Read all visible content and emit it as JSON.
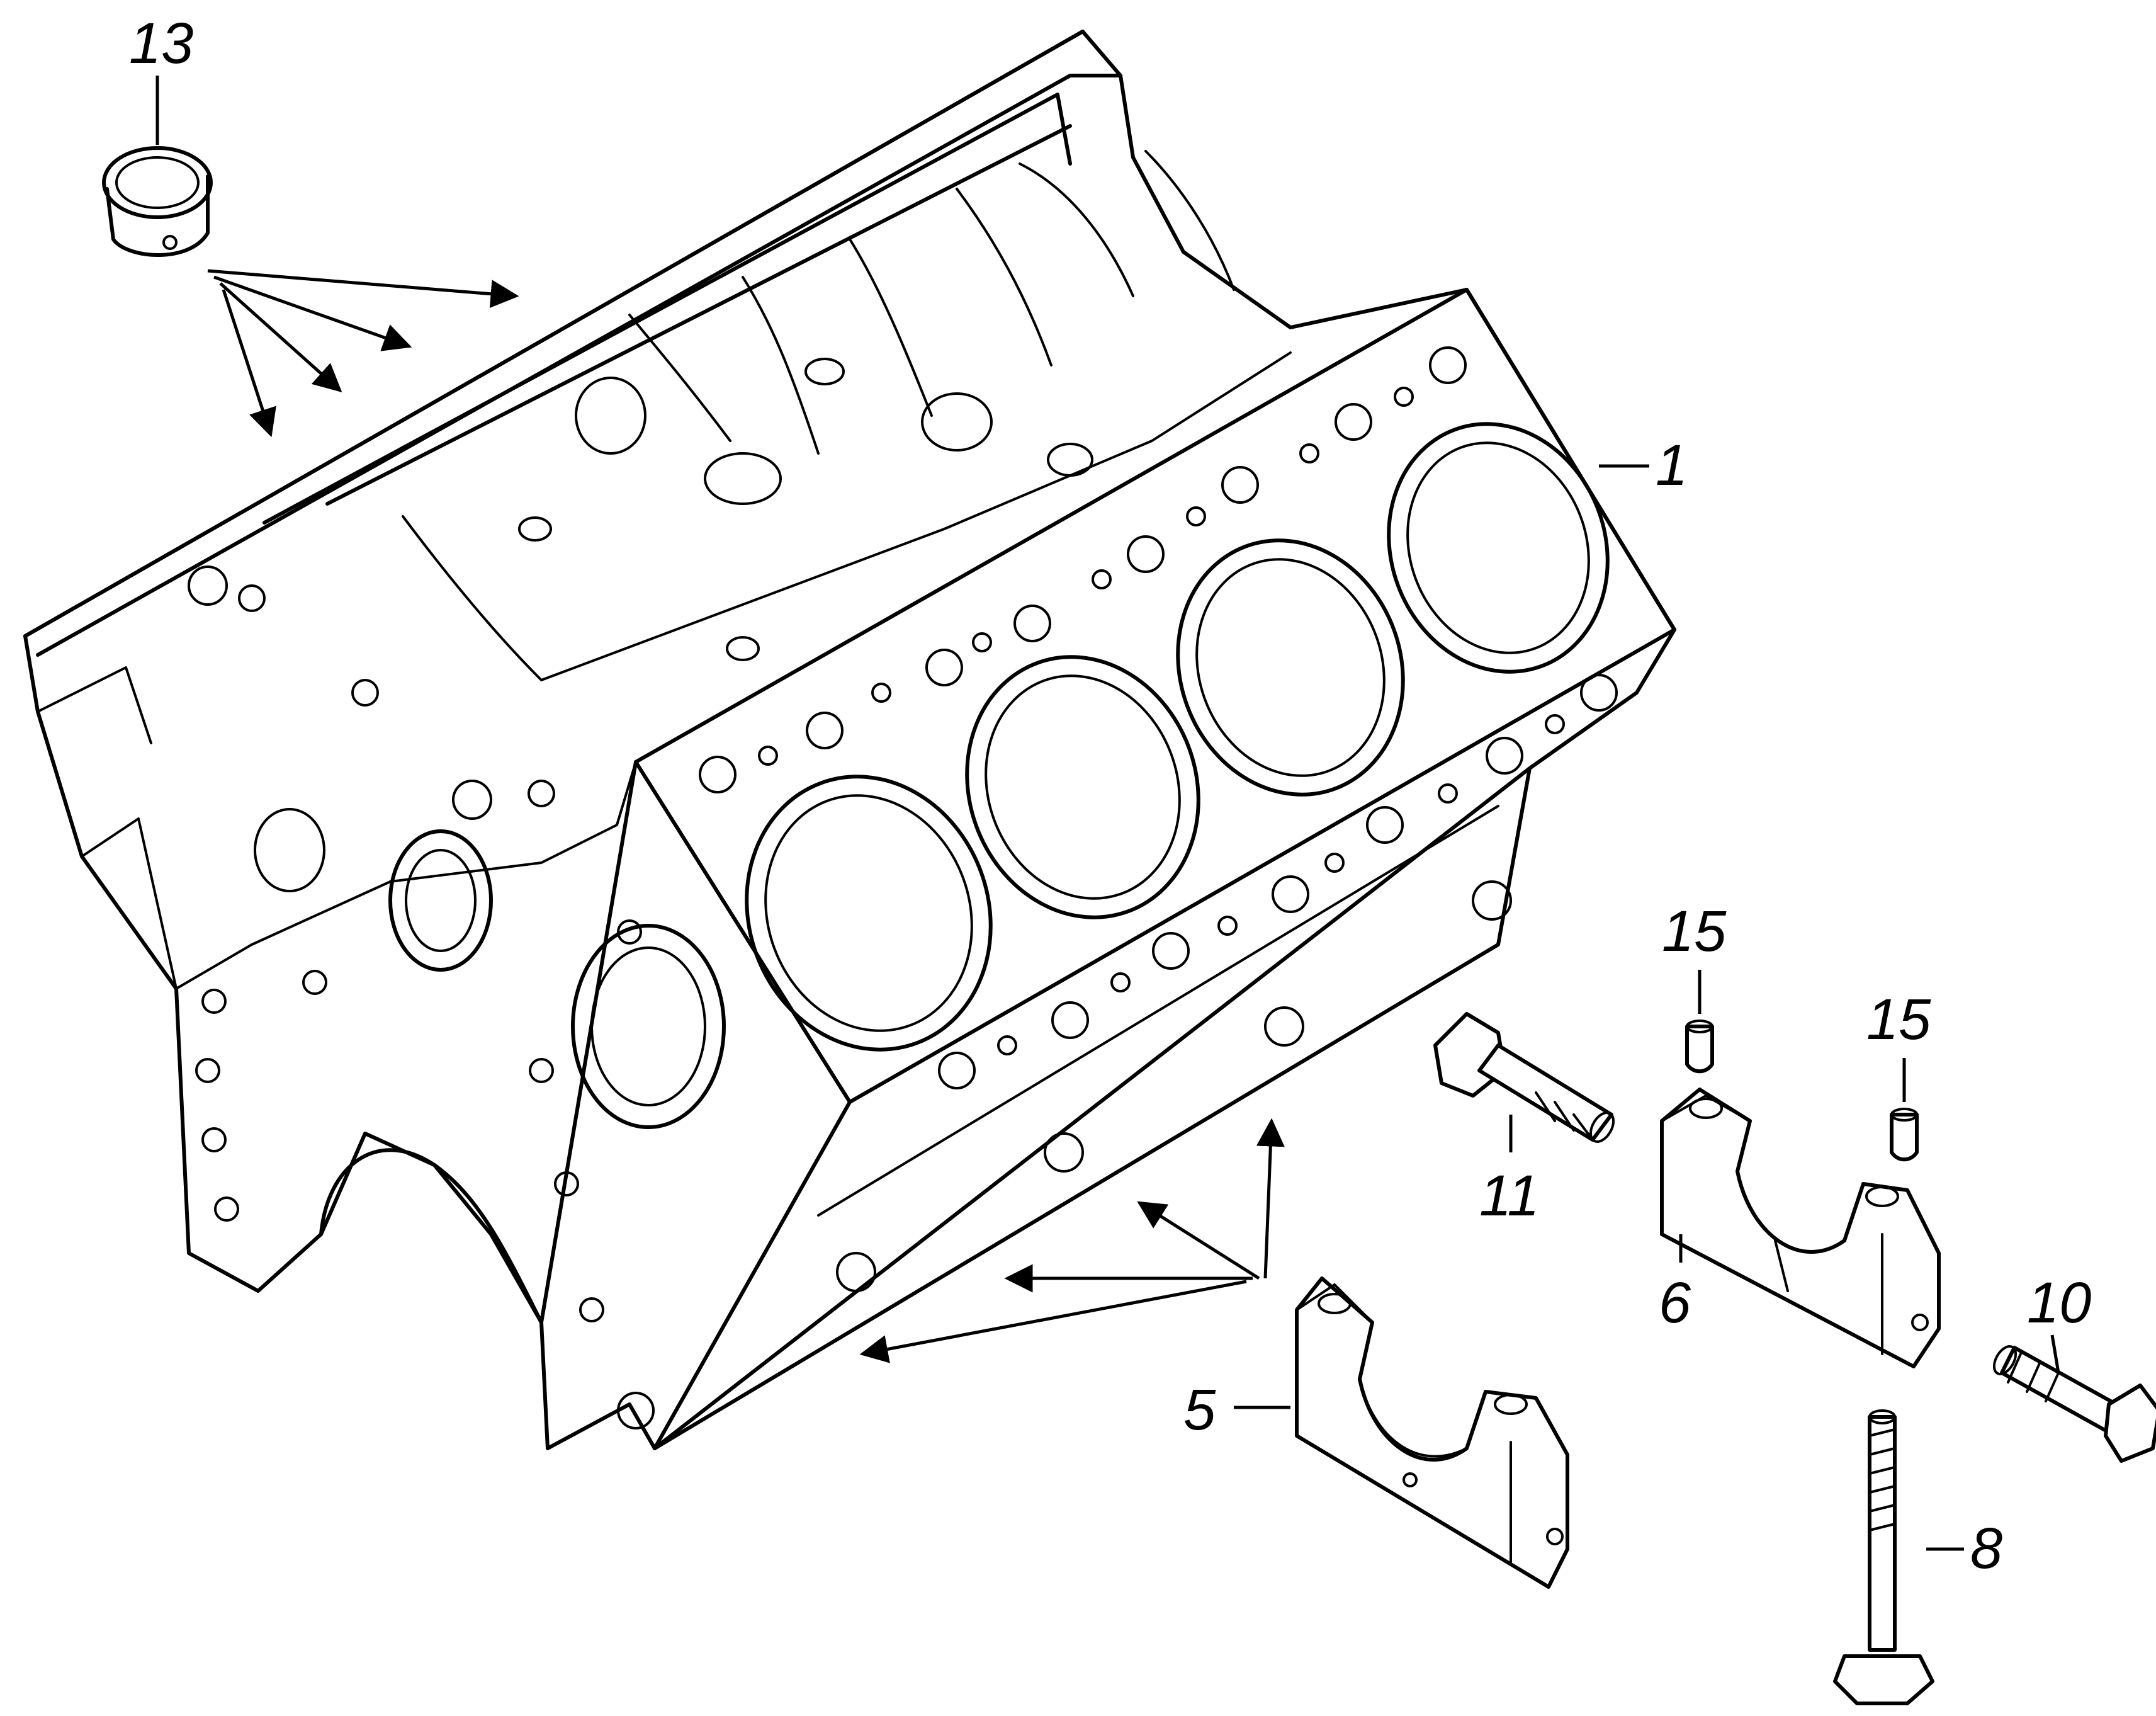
{
  "callouts": {
    "c1": "1",
    "c5": "5",
    "c6": "6",
    "c8": "8",
    "c10": "10",
    "c11": "11",
    "c13": "13",
    "c15a": "15",
    "c15b": "15"
  }
}
